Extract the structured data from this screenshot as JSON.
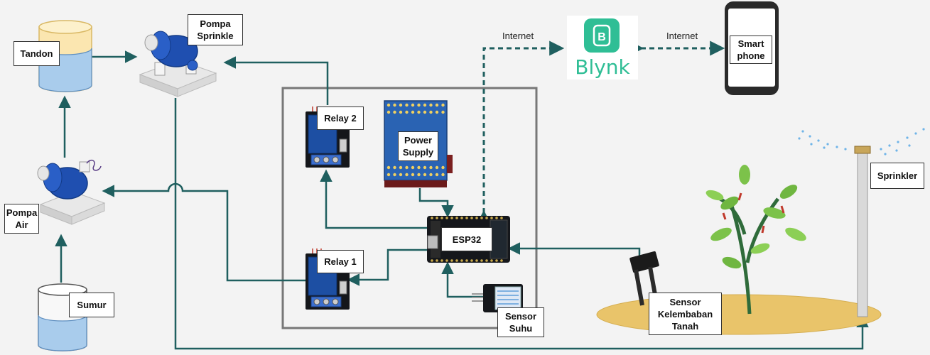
{
  "colors": {
    "background": "#f3f3f3",
    "pipe": "#1f5f5f",
    "box_border": "#777777",
    "pump_blue": "#1f4fb0",
    "relay_blue": "#1d4fa3",
    "blynk_green": "#2fbe95",
    "soil": "#e9c46a",
    "water": "#a9ccec"
  },
  "labels": {
    "tandon": "Tandon",
    "pompa_sprinkle": "Pompa\nSprinkle",
    "pompa_air": "Pompa\nAir",
    "sumur": "Sumur",
    "relay2": "Relay 2",
    "relay1": "Relay 1",
    "power_supply": "Power\nSupply",
    "esp32": "ESP32",
    "sensor_suhu": "Sensor\nSuhu",
    "sensor_kelembaban": "Sensor\nKelembaban\nTanah",
    "sprinkler": "Sprinkler",
    "smartphone": "Smart\nphone",
    "internet_left": "Internet",
    "internet_right": "Internet",
    "blynk_logo": "Blynk",
    "blynk_icon_letter": "B"
  }
}
